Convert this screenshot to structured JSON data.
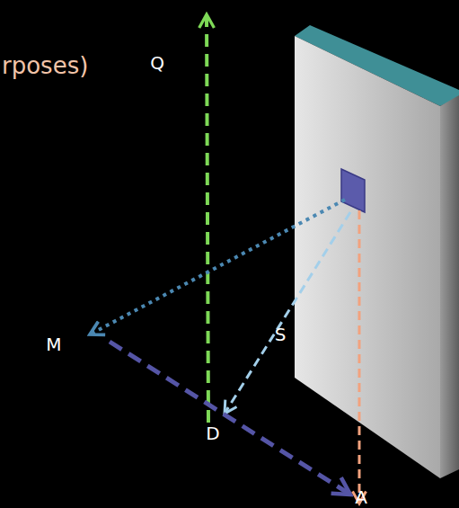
{
  "diagram": {
    "labels": [
      "rposes)",
      "Q",
      "M",
      "S",
      "D",
      "A"
    ]
  }
}
